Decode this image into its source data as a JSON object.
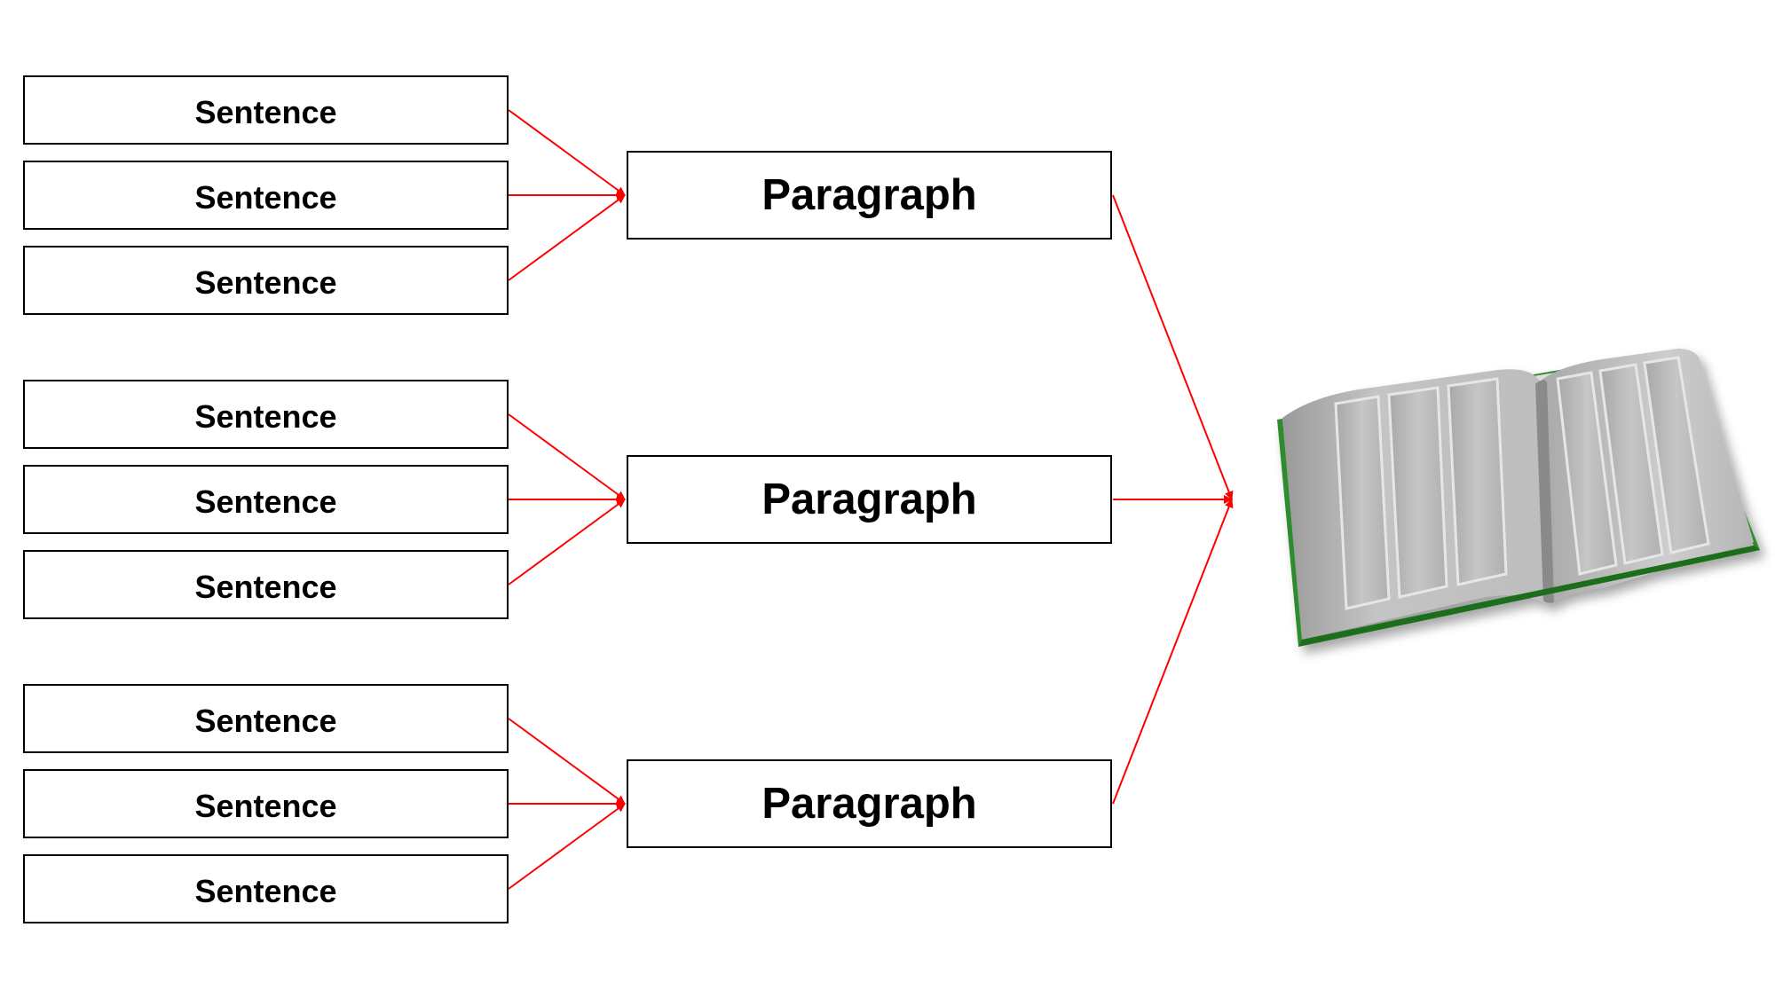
{
  "sentences": {
    "group1": [
      "Sentence",
      "Sentence",
      "Sentence"
    ],
    "group2": [
      "Sentence",
      "Sentence",
      "Sentence"
    ],
    "group3": [
      "Sentence",
      "Sentence",
      "Sentence"
    ]
  },
  "paragraphs": [
    "Paragraph",
    "Paragraph",
    "Paragraph"
  ],
  "colors": {
    "arrow": "#ff0000",
    "box_border": "#000000",
    "book_cover": "#2e8b2e",
    "book_pages": "#c8c8c8"
  },
  "icons": {
    "book": "open-book-icon"
  }
}
